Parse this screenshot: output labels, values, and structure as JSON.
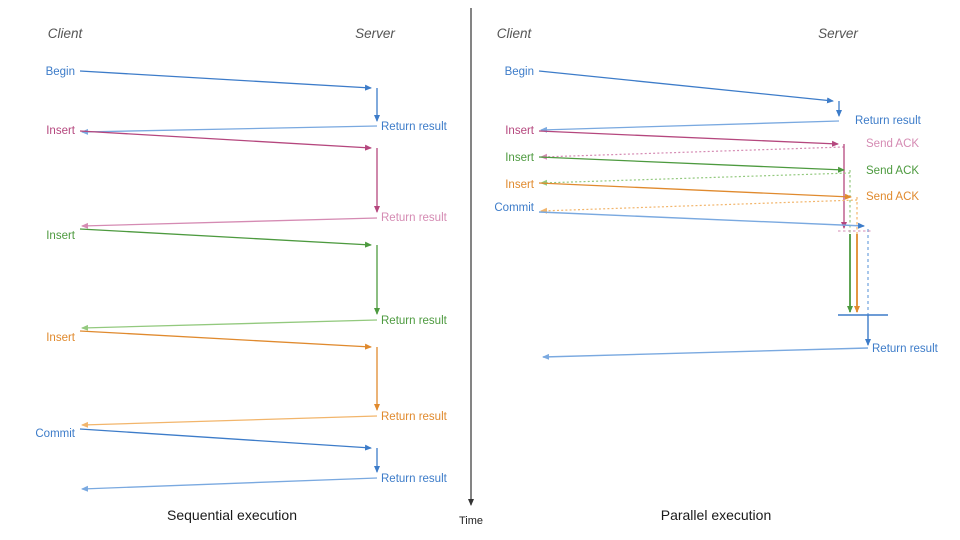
{
  "figure": {
    "title_left": "Sequential execution",
    "title_right": "Parallel execution",
    "time_axis_label": "Time"
  },
  "colors": {
    "blue_dark": "#3d7cc9",
    "blue_light": "#7aa9e0",
    "pink_dark": "#b5477e",
    "pink_light": "#d58bb3",
    "green_dark": "#4d9a3f",
    "green_light": "#93c97e",
    "orange_dark": "#e08a2e",
    "orange_light": "#f2b56b",
    "actor_gray": "#555555",
    "axis_gray": "#333333",
    "caption_black": "#1a1a1a"
  },
  "left_panel": {
    "actors": {
      "client": "Client",
      "server": "Server"
    },
    "messages": [
      {
        "label": "Begin",
        "color_key": "blue_dark",
        "reply": "Return result"
      },
      {
        "label": "Insert",
        "color_key": "pink_dark",
        "reply": "Return result"
      },
      {
        "label": "Insert",
        "color_key": "green_dark",
        "reply": "Return result"
      },
      {
        "label": "Insert",
        "color_key": "orange_dark",
        "reply": "Return result"
      },
      {
        "label": "Commit",
        "color_key": "blue_dark",
        "reply": "Return result"
      }
    ]
  },
  "right_panel": {
    "actors": {
      "client": "Client",
      "server": "Server"
    },
    "messages": [
      {
        "label": "Begin",
        "color_key": "blue_dark",
        "reply": "Return result"
      },
      {
        "label": "Insert",
        "color_key": "pink_dark",
        "reply": "Send ACK"
      },
      {
        "label": "Insert",
        "color_key": "green_dark",
        "reply": "Send ACK"
      },
      {
        "label": "Insert",
        "color_key": "orange_dark",
        "reply": "Send ACK"
      },
      {
        "label": "Commit",
        "color_key": "blue_dark",
        "reply": "Return result"
      }
    ]
  }
}
